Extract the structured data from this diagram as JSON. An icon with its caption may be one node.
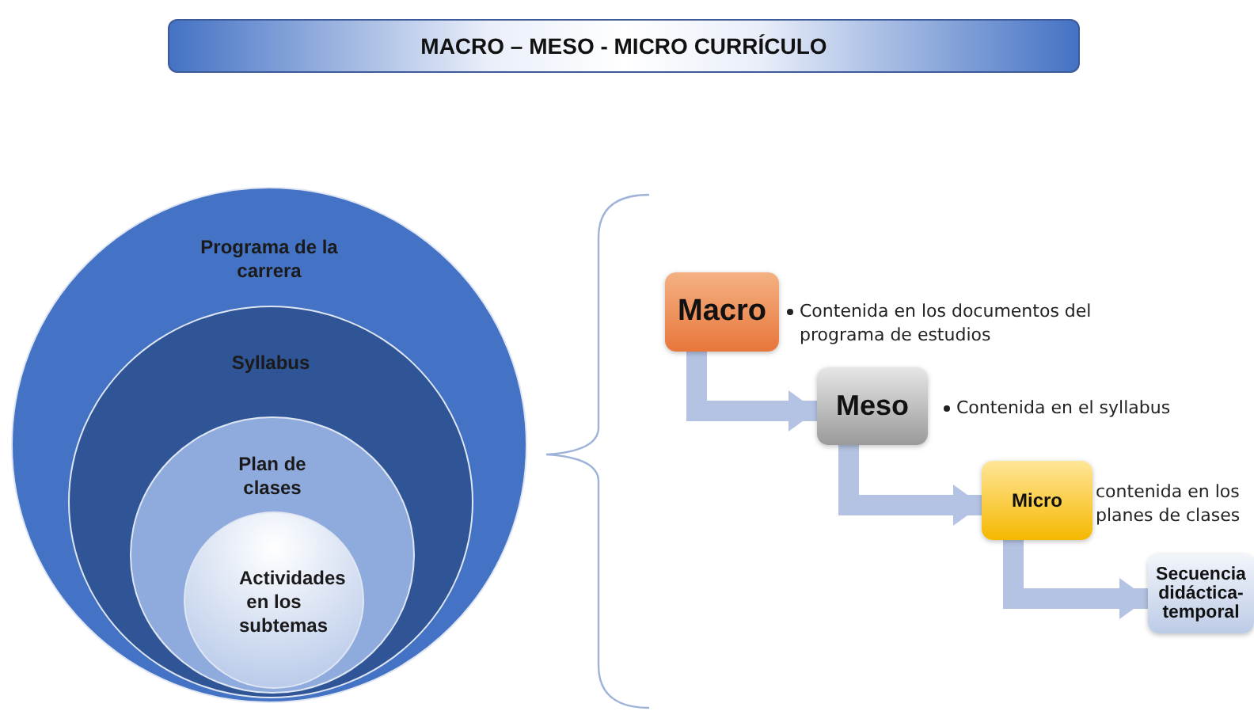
{
  "diagram": {
    "title": "MACRO – MESO - MICRO CURRÍCULO",
    "nodes": [
      {
        "text": [
          "Programa de la carrera"
        ]
      },
      {
        "text": [
          "Syllabus"
        ],
        "in": 0
      },
      {
        "text": [
          "Plan de clases"
        ],
        "in": 1
      },
      {
        "text": [
          "Actividades en los subtemas"
        ],
        "in": 2
      },
      {
        "text": [
          "Macro"
        ],
        "beside": [
          "Contenida en los documentos del programa de estudios"
        ]
      },
      {
        "text": [
          "Meso"
        ],
        "beside": [
          "Contenida en el syllabus"
        ]
      },
      {
        "text": [
          "Micro"
        ],
        "beside": [
          "contenida en los planes de clases"
        ]
      },
      {
        "text": [
          "Secuencia didáctica-temporal"
        ]
      }
    ],
    "edges": [
      {
        "from": 4,
        "to": 5,
        "arrow": "to"
      },
      {
        "from": 5,
        "to": 6,
        "arrow": "to"
      },
      {
        "from": 6,
        "to": 7,
        "arrow": "to"
      }
    ]
  }
}
